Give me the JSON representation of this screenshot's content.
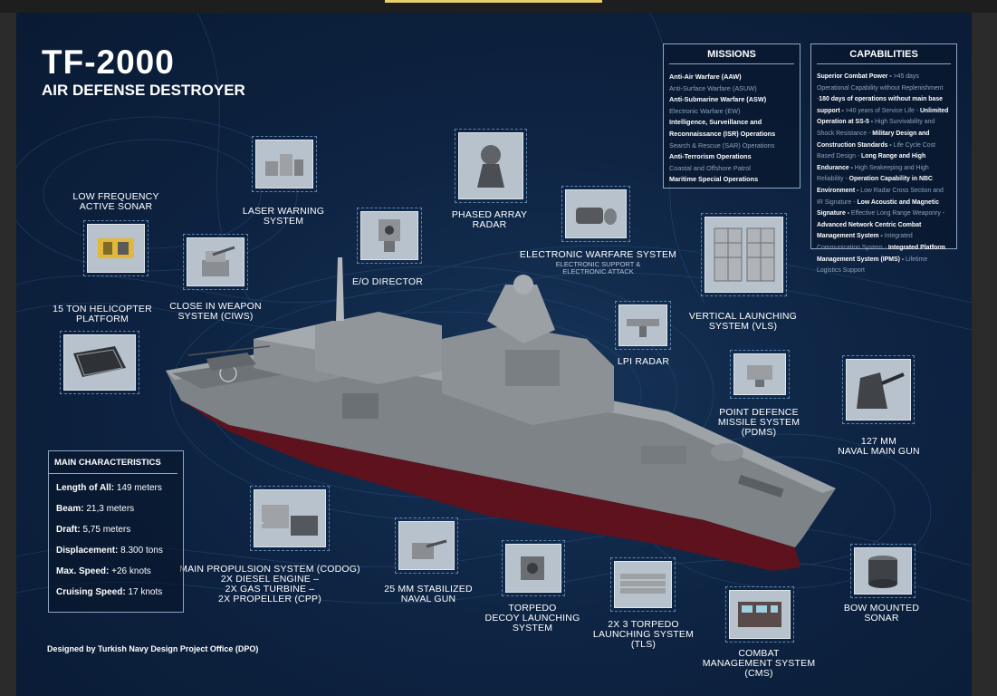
{
  "title": "TF-2000",
  "subtitle": "AIR DEFENSE DESTROYER",
  "missions": {
    "title": "MISSIONS",
    "items": [
      {
        "text": "Anti-Air Warfare (AAW)",
        "bold": true
      },
      {
        "text": "Anti-Surface Warfare (ASUW)",
        "bold": false
      },
      {
        "text": "Anti-Submarine Warfare (ASW)",
        "bold": true
      },
      {
        "text": "Electronic Warfare (EW)",
        "bold": false
      },
      {
        "text": "Intelligence, Surveillance and",
        "bold": true
      },
      {
        "text": "Reconnaissance (ISR) Operations",
        "bold": true
      },
      {
        "text": "Search & Rescue (SAR) Operations",
        "bold": false
      },
      {
        "text": "Anti-Terrorism Operations",
        "bold": true
      },
      {
        "text": "Coastal and Offshore Patrol",
        "bold": false
      },
      {
        "text": "Maritime Special Operations",
        "bold": true
      }
    ]
  },
  "capabilities": {
    "title": "CAPABILITIES",
    "segments": [
      {
        "text": "Superior Combat Power - ",
        "bold": true
      },
      {
        "text": ">45 days Operational Capability without Replenishment -",
        "bold": false
      },
      {
        "text": "180 days of operations without main base support - ",
        "bold": true
      },
      {
        "text": ">40 years of Service Life - ",
        "bold": false
      },
      {
        "text": "Unlimited Operation at SS-5 - ",
        "bold": true
      },
      {
        "text": "High Survivability and Shock Resistance - ",
        "bold": false
      },
      {
        "text": "Military Design and Construction Standards - ",
        "bold": true
      },
      {
        "text": "Life Cycle Cost Based Design - ",
        "bold": false
      },
      {
        "text": "Long Range and High Endurance - ",
        "bold": true
      },
      {
        "text": "High Seakeeping and High Reliability - ",
        "bold": false
      },
      {
        "text": "Operation Capability in NBC Environment - ",
        "bold": true
      },
      {
        "text": "Low Radar Cross Section and IR Signature - ",
        "bold": false
      },
      {
        "text": "Low Acoustic and Magnetic Signature - ",
        "bold": true
      },
      {
        "text": "Effective Long Range Weaponry - ",
        "bold": false
      },
      {
        "text": "Advanced Network Centric Combat Management System - ",
        "bold": true
      },
      {
        "text": "Integrated Communication System - ",
        "bold": false
      },
      {
        "text": "Integrated Platform Management System (IPMS) - ",
        "bold": true
      },
      {
        "text": "Lifetime Logistics Support",
        "bold": false
      }
    ]
  },
  "main_characteristics": {
    "title": "MAIN CHARACTERISTICS",
    "rows": [
      {
        "label": "Length of All:",
        "value": " 149 meters"
      },
      {
        "label": "Beam:",
        "value": " 21,3 meters"
      },
      {
        "label": "Draft:",
        "value": " 5,75 meters"
      },
      {
        "label": "Displacement:",
        "value": " 8.300 tons"
      },
      {
        "label": "Max. Speed:",
        "value": " +26 knots"
      },
      {
        "label": "Cruising Speed:",
        "value": " 17 knots"
      }
    ]
  },
  "footer": "Designed by Turkish Navy Design Project Office (DPO)",
  "systems": {
    "sonar_lf": {
      "label": "LOW FREQUENCY\nACTIVE SONAR",
      "icon": "sonar-module-icon"
    },
    "helipad": {
      "label": "15 TON HELICOPTER\nPLATFORM",
      "icon": "helipad-icon"
    },
    "laser": {
      "label": "LASER WARNING\nSYSTEM",
      "icon": "laser-warning-icon"
    },
    "ciws": {
      "label": "CLOSE IN WEAPON\nSYSTEM (CIWS)",
      "icon": "ciws-turret-icon"
    },
    "eo": {
      "label": "E/O DIRECTOR",
      "icon": "eo-director-icon"
    },
    "radar": {
      "label": "PHASED ARRAY\nRADAR",
      "icon": "radar-dome-icon"
    },
    "ew": {
      "label": "ELECTRONIC WARFARE SYSTEM",
      "sub": "ELECTRONIC SUPPORT &\nELECTRONIC ATTACK",
      "icon": "ew-antenna-icon"
    },
    "vls": {
      "label": "VERTICAL LAUNCHING\nSYSTEM (VLS)",
      "icon": "vls-cells-icon"
    },
    "lpi": {
      "label": "LPI RADAR",
      "icon": "lpi-radar-icon"
    },
    "pdms": {
      "label": "POINT DEFENCE\nMISSILE SYSTEM\n(PDMS)",
      "icon": "missile-launcher-icon"
    },
    "gun127": {
      "label": "127 MM\nNAVAL MAIN GUN",
      "icon": "main-gun-icon"
    },
    "propulsion": {
      "label": "MAIN PROPULSION SYSTEM (CODOG)\n2X DIESEL ENGINE –\n2X GAS TURBINE –\n2X PROPELLER (CPP)",
      "icon": "engine-icon"
    },
    "gun25": {
      "label": "25 MM STABILIZED\nNAVAL GUN",
      "icon": "stabilized-gun-icon"
    },
    "decoy": {
      "label": "TORPEDO\nDECOY LAUNCHING\nSYSTEM",
      "icon": "decoy-launcher-icon"
    },
    "tls": {
      "label": "2X 3 TORPEDO\nLAUNCHING SYSTEM\n(TLS)",
      "icon": "torpedo-tubes-icon"
    },
    "cms": {
      "label": "COMBAT\nMANAGEMENT SYSTEM\n(CMS)",
      "icon": "console-icon"
    },
    "bow_sonar": {
      "label": "BOW MOUNTED\nSONAR",
      "icon": "bow-sonar-icon"
    }
  },
  "colors": {
    "background": "#0e2443",
    "border": "#8fa6c2",
    "hull_red": "#6a1420",
    "ship_grey": "#8d9196"
  }
}
